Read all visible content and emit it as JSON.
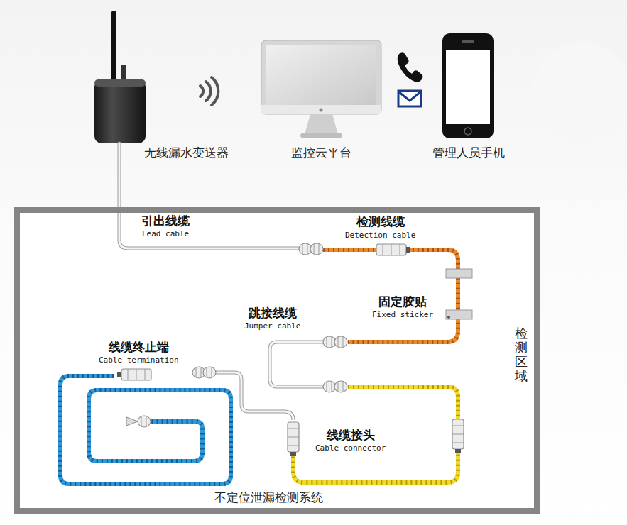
{
  "diagram": {
    "caption": "不定位泄漏检测系统",
    "nodes": [
      {
        "text": [
          "无线漏水变送器"
        ]
      },
      {
        "text": [
          "监控云平台"
        ]
      },
      {
        "text": [
          "管理人员手机"
        ]
      },
      {
        "text": [
          "检测区域"
        ]
      }
    ],
    "labels": [
      "引出线缆",
      "Lead cable",
      "检测线缆",
      "Detection cable",
      "固定胶贴",
      "Fixed sticker",
      "跳接线缆",
      "Jumper cable",
      "线缆终止端",
      "Cable termination",
      "线缆接头",
      "Cable connector"
    ]
  }
}
